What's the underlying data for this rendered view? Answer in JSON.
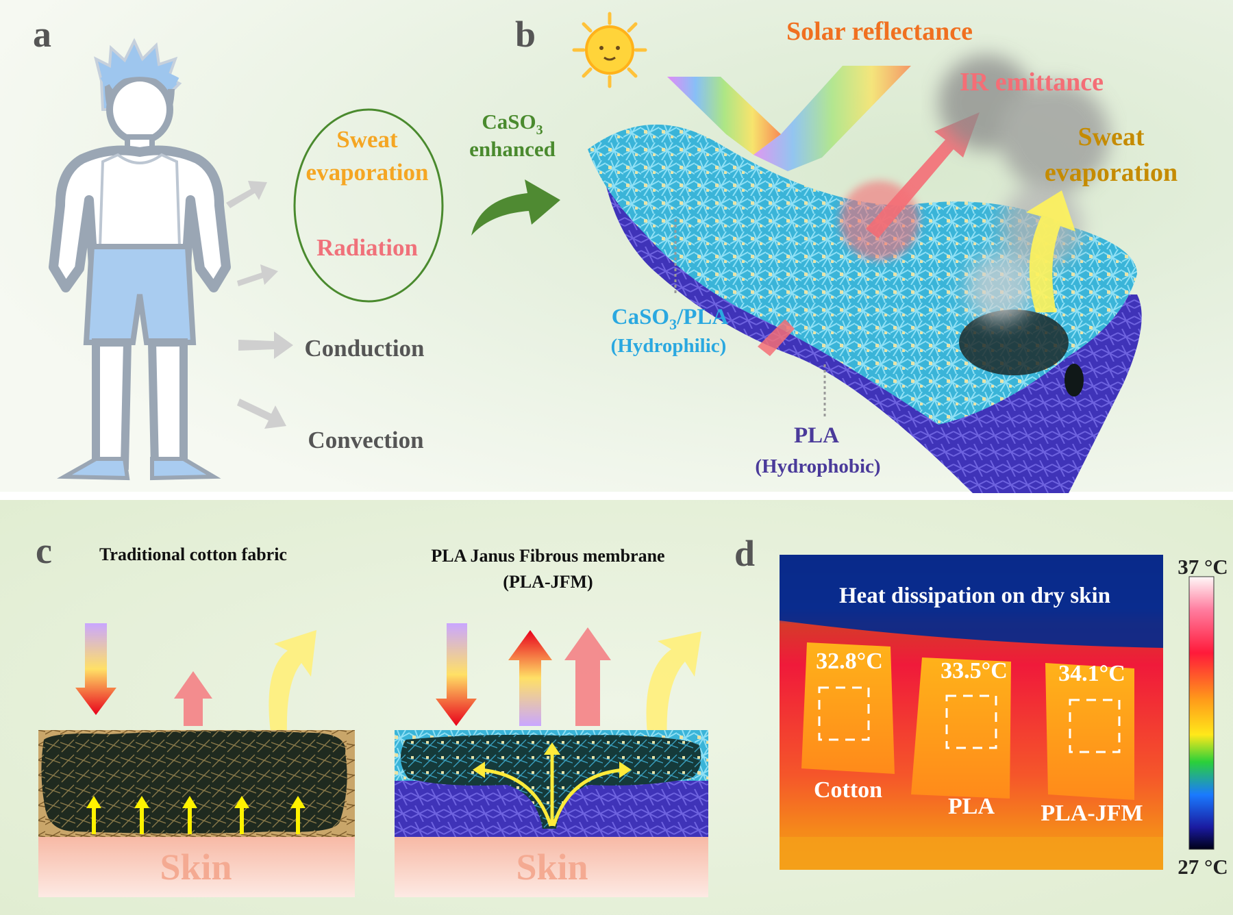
{
  "panels": {
    "a": {
      "letter": "a",
      "oval_items": {
        "sweat": [
          "Sweat",
          "evaporation"
        ],
        "radiation": "Radiation"
      },
      "conduction": "Conduction",
      "convection": "Convection"
    },
    "b": {
      "letter": "b",
      "enhanced": {
        "formula_main": "CaSO",
        "formula_sub": "3",
        "word": "enhanced"
      },
      "solar": "Solar reflectance",
      "ir": "IR emittance",
      "sweat": [
        "Sweat",
        "evaporation"
      ],
      "caso_pla": {
        "main": "CaSO",
        "sub": "3",
        "rest": "/PLA",
        "note": "(Hydrophilic)"
      },
      "pla": {
        "name": "PLA",
        "note": "(Hydrophobic)"
      }
    },
    "c": {
      "letter": "c",
      "left_title": "Traditional cotton fabric",
      "right_title": [
        "PLA Janus Fibrous membrane",
        "(PLA-JFM)"
      ],
      "skin": "Skin"
    },
    "d": {
      "letter": "d",
      "title": "Heat dissipation on dry skin",
      "samples": [
        {
          "name": "Cotton",
          "temp": "32.8°C"
        },
        {
          "name": "PLA",
          "temp": "33.5°C"
        },
        {
          "name": "PLA-JFM",
          "temp": "34.1°C"
        }
      ],
      "scale_max": "37 °C",
      "scale_min": "27 °C"
    }
  },
  "colors": {
    "sweat": "#f5a623",
    "radiation": "#f0717a",
    "enhanced": "#4a8a2e",
    "solar": "#f07020",
    "ir": "#f46e76",
    "sweat_b": "#c58b00",
    "hydrophilic": "#2aa8e0",
    "hydrophobic": "#4a3a9a",
    "gray_text": "#555555"
  }
}
